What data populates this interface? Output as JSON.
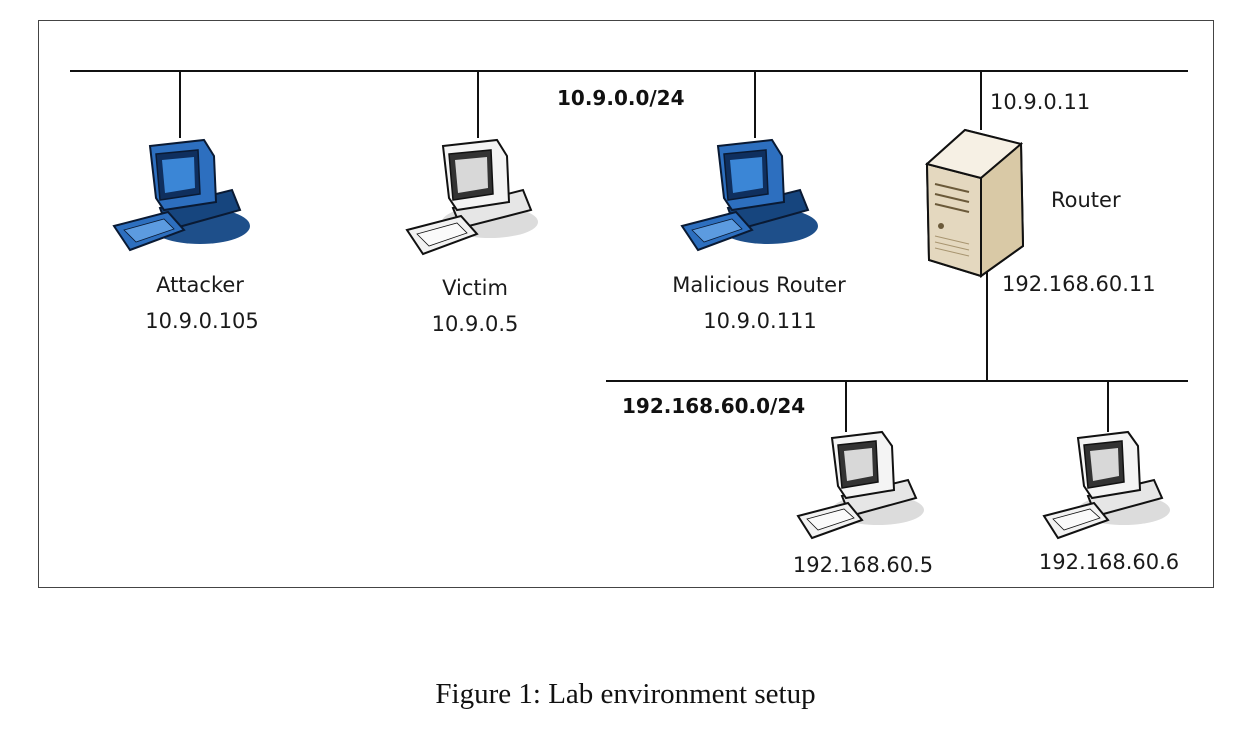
{
  "networks": {
    "top_subnet": "10.9.0.0/24",
    "bottom_subnet": "192.168.60.0/24"
  },
  "hosts": {
    "attacker": {
      "name": "Attacker",
      "ip": "10.9.0.105",
      "color": "#1f5fa8"
    },
    "victim": {
      "name": "Victim",
      "ip": "10.9.0.5",
      "color": "#e8e8e8"
    },
    "malicious_router": {
      "name": "Malicious Router",
      "ip": "10.9.0.111",
      "color": "#1f5fa8"
    },
    "host_60_5": {
      "ip": "192.168.60.5",
      "color": "#e8e8e8"
    },
    "host_60_6": {
      "ip": "192.168.60.6",
      "color": "#e8e8e8"
    }
  },
  "router": {
    "name": "Router",
    "ip_top": "10.9.0.11",
    "ip_bottom": "192.168.60.11",
    "color": "#efe6d4"
  },
  "caption": "Figure 1: Lab environment setup"
}
